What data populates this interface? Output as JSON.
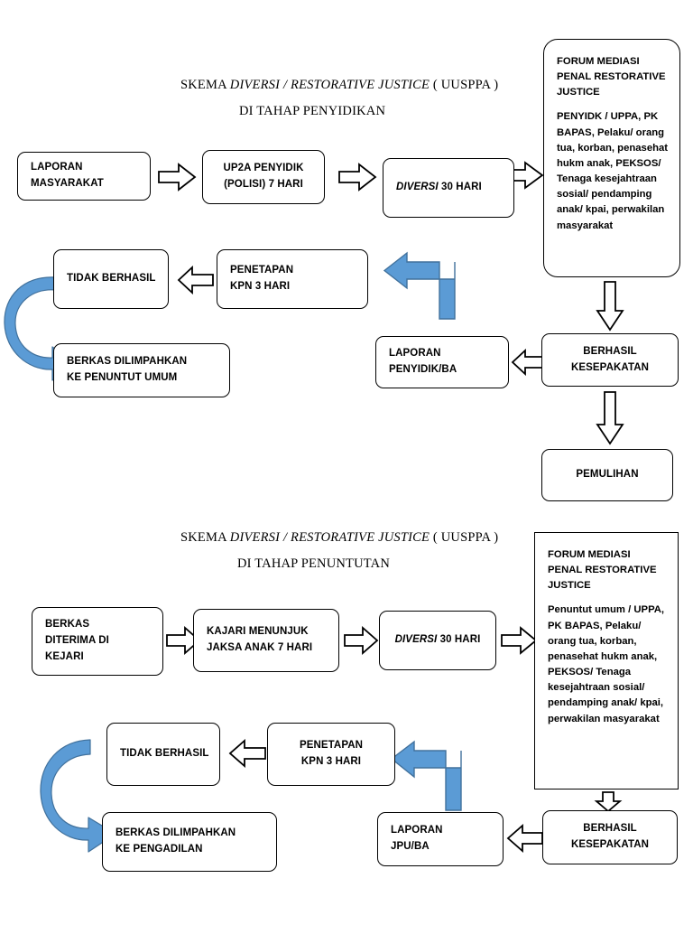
{
  "document": {
    "type": "flowchart",
    "colors": {
      "stroke": "#000000",
      "blue_fill": "#5B9BD5",
      "blue_stroke": "#41719C",
      "background": "#FFFFFF"
    }
  },
  "diagram1": {
    "title_line1_pre": "SKEMA ",
    "title_line1_italic": "DIVERSI / RESTORATIVE JUSTICE",
    "title_line1_post": " ( UUSPPA )",
    "title_line2": "DI TAHAP PENYIDIKAN",
    "boxes": {
      "laporan_masyarakat": {
        "line1": "LAPORAN",
        "line2": "MASYARAKAT"
      },
      "up2a_penyidik": {
        "line1": "UP2A PENYIDIK",
        "line2": "(POLISI) 7 HARI"
      },
      "diversi": {
        "italic": "DIVERSI",
        "rest": " 30 HARI"
      },
      "tidak_berhasil": {
        "line1": "TIDAK BERHASIL"
      },
      "penetapan_kpn": {
        "line1": "PENETAPAN",
        "line2": "KPN 3 HARI"
      },
      "berkas_dilimpahkan": {
        "line1": "BERKAS DILIMPAHKAN",
        "line2": "KE PENUNTUT UMUM"
      },
      "laporan_penyidik": {
        "line1": "LAPORAN",
        "line2": "PENYIDIK/BA"
      },
      "berhasil_kesepakatan": {
        "line1": "BERHASIL",
        "line2": "KESEPAKATAN"
      },
      "pemulihan": {
        "line1": "PEMULIHAN"
      }
    },
    "forum_panel": {
      "heading": "FORUM MEDIASI PENAL RESTORATIVE JUSTICE",
      "body": "PENYIDK / UPPA, PK BAPAS, Pelaku/ orang tua, korban, penasehat hukm anak, PEKSOS/ Tenaga kesejahtraan sosial/ pendamping anak/ kpai, perwakilan masyarakat"
    }
  },
  "diagram2": {
    "title_line1_pre": "SKEMA ",
    "title_line1_italic": "DIVERSI / RESTORATIVE JUSTICE",
    "title_line1_post": " ( UUSPPA )",
    "title_line2": "DI TAHAP PENUNTUTAN",
    "boxes": {
      "berkas_diterima": {
        "line1": "BERKAS",
        "line2": "DITERIMA DI",
        "line3": "KEJARI"
      },
      "kajari_menunjuk": {
        "line1": "KAJARI MENUNJUK",
        "line2": "JAKSA ANAK 7 HARI"
      },
      "diversi": {
        "italic": "DIVERSI",
        "rest": "  30 HARI"
      },
      "tidak_berhasil": {
        "line1": "TIDAK BERHASIL"
      },
      "penetapan_kpn": {
        "line1": "PENETAPAN",
        "line2": "KPN 3 HARI"
      },
      "berkas_dilimpahkan": {
        "line1": "BERKAS DILIMPAHKAN",
        "line2": "KE PENGADILAN"
      },
      "laporan_jpu": {
        "line1": "LAPORAN",
        "line2": "JPU/BA"
      },
      "berhasil_kesepakatan": {
        "line1": "BERHASIL",
        "line2": "KESEPAKATAN"
      }
    },
    "forum_panel": {
      "heading": "FORUM MEDIASI PENAL RESTORATIVE JUSTICE",
      "body": "Penuntut umum / UPPA, PK BAPAS, Pelaku/ orang tua, korban, penasehat hukm anak, PEKSOS/ Tenaga kesejahtraan sosial/ pendamping anak/ kpai, perwakilan masyarakat"
    }
  }
}
